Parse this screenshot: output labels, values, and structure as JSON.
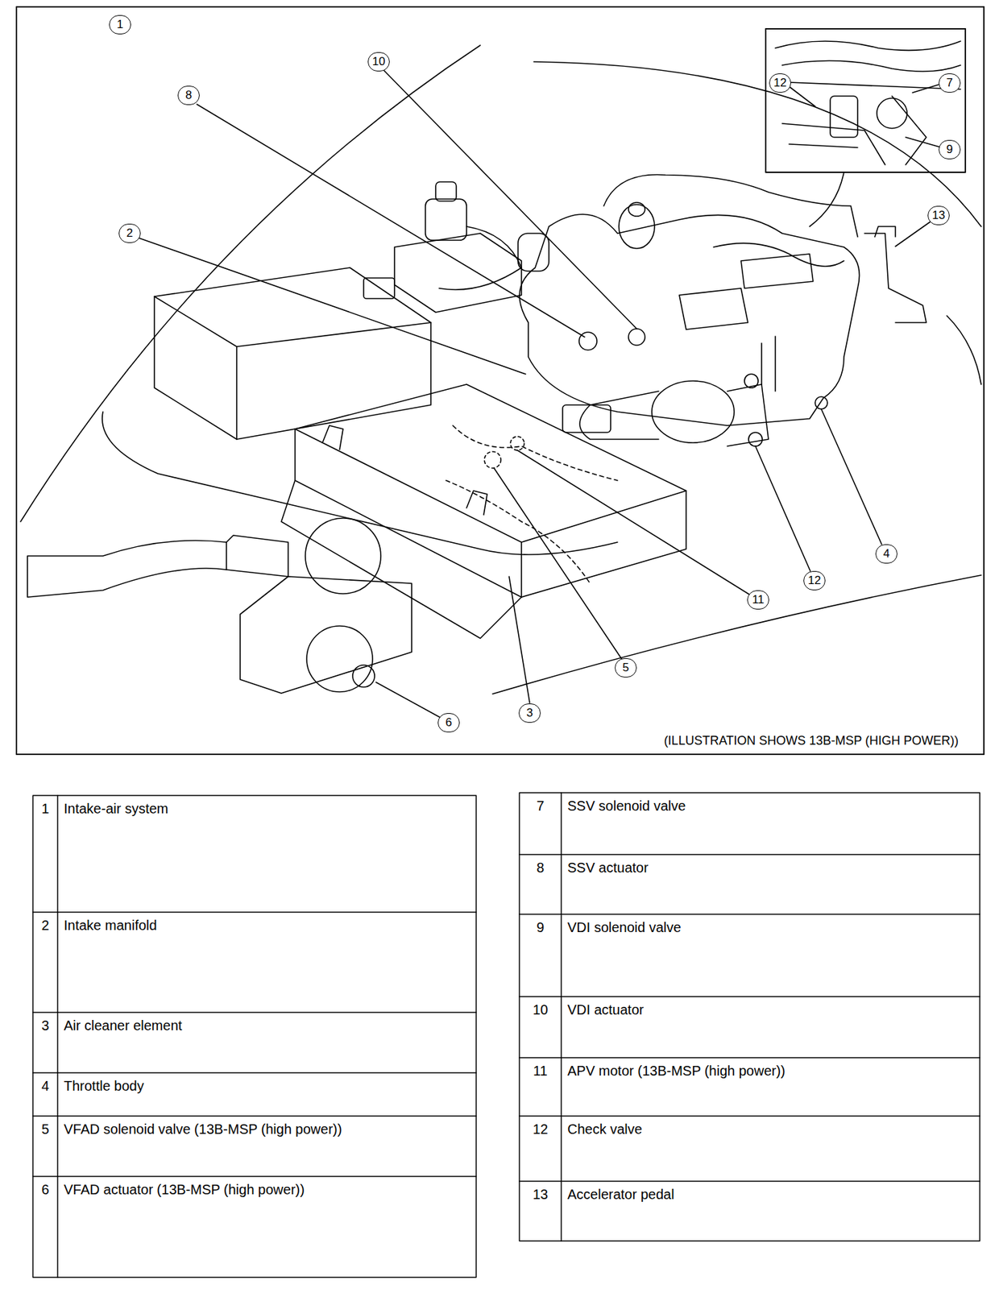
{
  "diagram": {
    "caption": "(ILLUSTRATION SHOWS 13B-MSP (HIGH POWER))",
    "labels": [
      "1",
      "10",
      "8",
      "2",
      "12",
      "7",
      "9",
      "13",
      "11",
      "12",
      "4",
      "5",
      "3",
      "6",
      "1",
      "Intake-air system",
      "2",
      "Intake manifold",
      "3",
      "Air cleaner element",
      "4",
      "Throttle body",
      "5",
      "VFAD solenoid valve (13B-MSP (high power))",
      "6",
      "VFAD actuator (13B-MSP (high power))",
      "7",
      "SSV solenoid valve",
      "8",
      "SSV actuator",
      "9",
      "VDI solenoid valve",
      "10",
      "VDI actuator",
      "11",
      "APV motor (13B-MSP (high power))",
      "12",
      "Check valve",
      "13",
      "Accelerator pedal"
    ]
  }
}
